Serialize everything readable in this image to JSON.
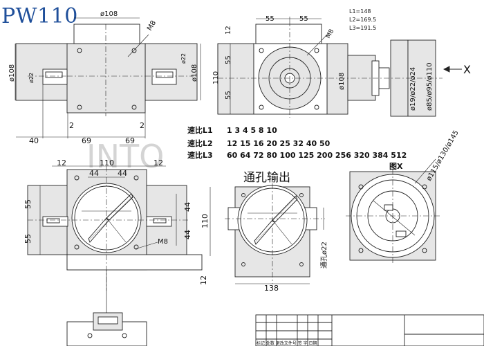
{
  "title": "PW110",
  "watermark": "INTO",
  "colors": {
    "line": "#222222",
    "fill": "#e6e6e6",
    "title": "#1f4f9a"
  },
  "lengths": {
    "l1": "L1=148",
    "l2": "L2=169.5",
    "l3": "L3=191.5"
  },
  "ratios": {
    "row1_label": "速比L1",
    "row1_values": "1 3 4 5 8 10",
    "row2_label": "速比L2",
    "row2_values": "12 15 16 20 25 32 40 50",
    "row3_label": "速比L3",
    "row3_values": "60 64 72 80 100 125 200 256 320 384 512"
  },
  "labels": {
    "through_hole": "通孔输出",
    "view_x": "图X",
    "arrow_x": "X"
  },
  "dims": {
    "d108_top": "ø108",
    "m8_a": "M8",
    "d22_a": "ø22",
    "d108_left": "ø108",
    "d22_left": "ø22",
    "d108_right": "ø108",
    "two_a": "2",
    "two_b": "2",
    "w40": "40",
    "w69_a": "69",
    "w69_b": "69",
    "w55_a": "55",
    "w55_b": "55",
    "h12_a": "12",
    "m8_b": "M8",
    "h55_a": "55",
    "h110_a": "110",
    "h55_b": "55",
    "d108_mid": "ø108",
    "d_shaft": "ø19/ø22/ø24",
    "d_flange": "ø85/ø95/ø110",
    "w12_b": "12",
    "w110_b": "110",
    "w12_c": "12",
    "w44_a": "44",
    "w44_b": "44",
    "h55_c": "55",
    "h55_d": "55",
    "h44_a": "44",
    "h44_b": "44",
    "m8_c": "M8",
    "h110_b": "110",
    "hole_d22": "通孔ø22",
    "w138": "138",
    "h12_d": "12",
    "d_circle": "ø115/ø130/ø145"
  },
  "title_block": {
    "header": "标记 处数 更改文件号 签 字 日期"
  }
}
